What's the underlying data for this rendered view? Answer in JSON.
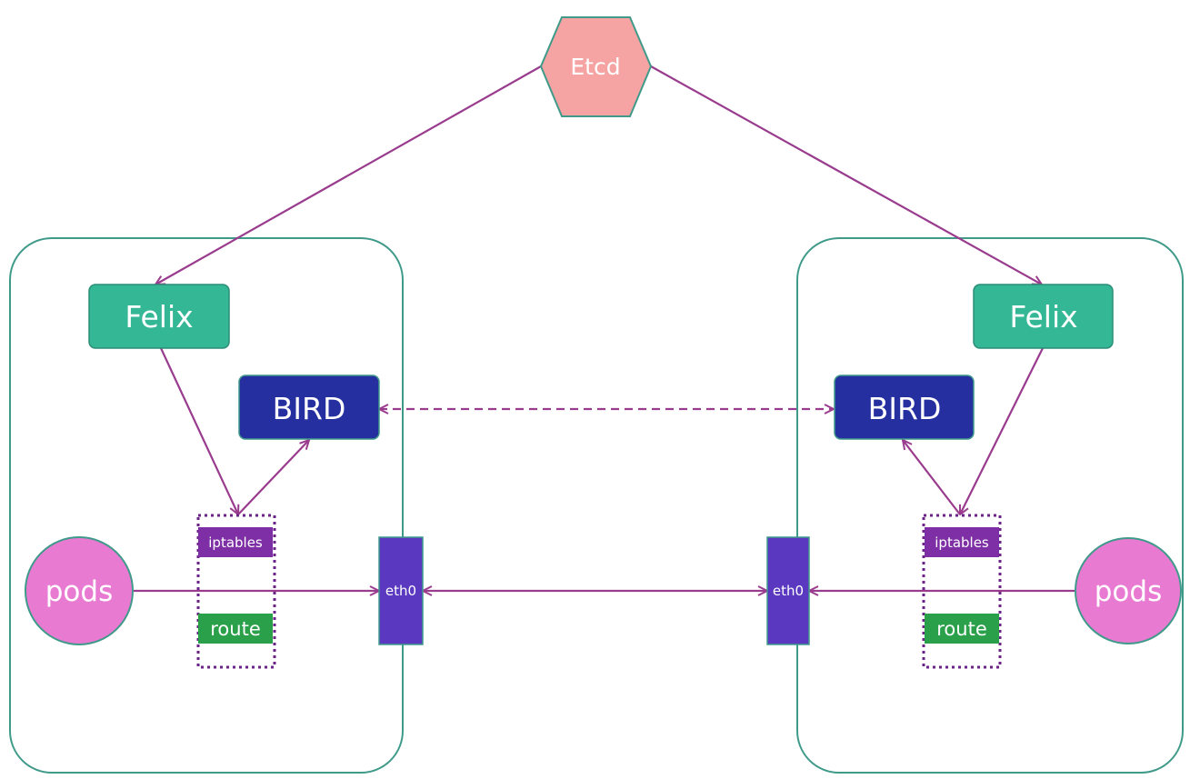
{
  "colors": {
    "edge": "#9a3c8e",
    "node_border": "#3f9a8a",
    "etcd_fill": "#f5a3a3",
    "felix_fill": "#33b795",
    "bird_fill": "#252fa0",
    "iptables_fill": "#7e2fa6",
    "route_fill": "#2aa04a",
    "eth_fill": "#5a38c0",
    "pods_fill": "#e97ad2",
    "dotted_box": "#6b2387",
    "label_text": "#ffffff"
  },
  "etcd": {
    "label": "Etcd",
    "icon": "hexagon-shape"
  },
  "left_node": {
    "felix": "Felix",
    "bird": "BIRD",
    "iptables": "iptables",
    "route": "route",
    "eth": "eth0",
    "pods": "pods"
  },
  "right_node": {
    "felix": "Felix",
    "bird": "BIRD",
    "iptables": "iptables",
    "route": "route",
    "eth": "eth0",
    "pods": "pods"
  }
}
